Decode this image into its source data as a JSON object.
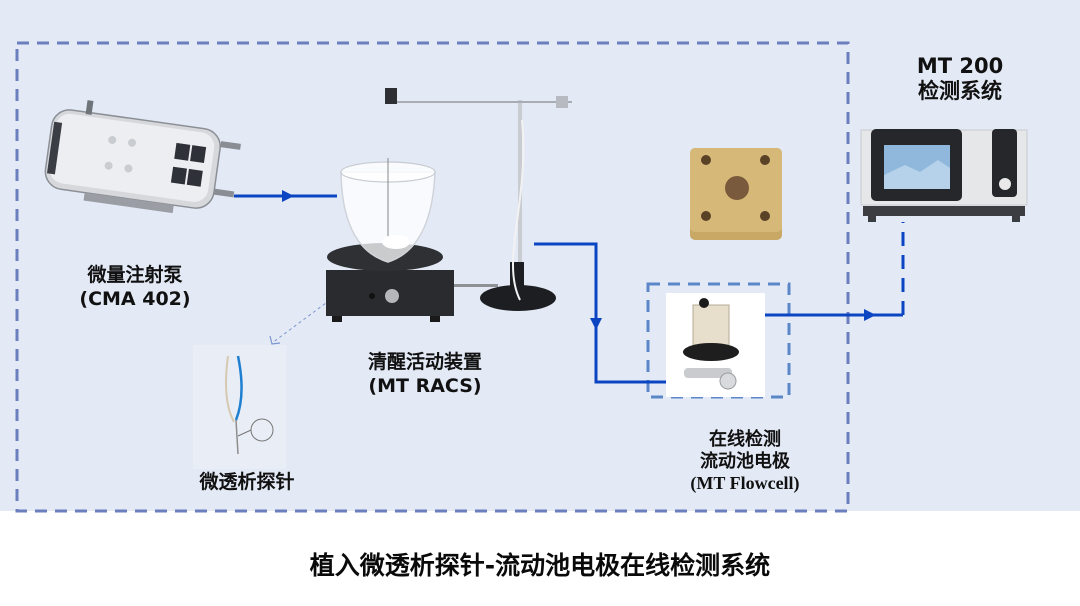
{
  "diagram": {
    "title": "植入微透析探针-流动池电极在线检测系统",
    "components": {
      "pump": {
        "name": "微量注射泵",
        "model": "(CMA 402)"
      },
      "racs": {
        "name": "清醒活动装置",
        "model": "(MT RACS)"
      },
      "probe": {
        "name": "微透析探针"
      },
      "flowcell": {
        "line1": "在线检测",
        "line2": "流动池电极",
        "model": "(MT Flowcell)"
      },
      "detector": {
        "model": "MT 200",
        "name": "检测系统"
      }
    },
    "colors": {
      "background": "#e3eaf6",
      "flow_line": "#0b45c2",
      "dashed_border": "#6b7fbf",
      "inner_dashed_border": "#5b86c8",
      "text": "#111111"
    },
    "flow": [
      {
        "from": "微量注射泵",
        "to": "清醒活动装置"
      },
      {
        "from": "清醒活动装置",
        "to": "在线检测流动池电极"
      },
      {
        "from": "在线检测流动池电极",
        "to": "MT 200 检测系统"
      }
    ]
  }
}
